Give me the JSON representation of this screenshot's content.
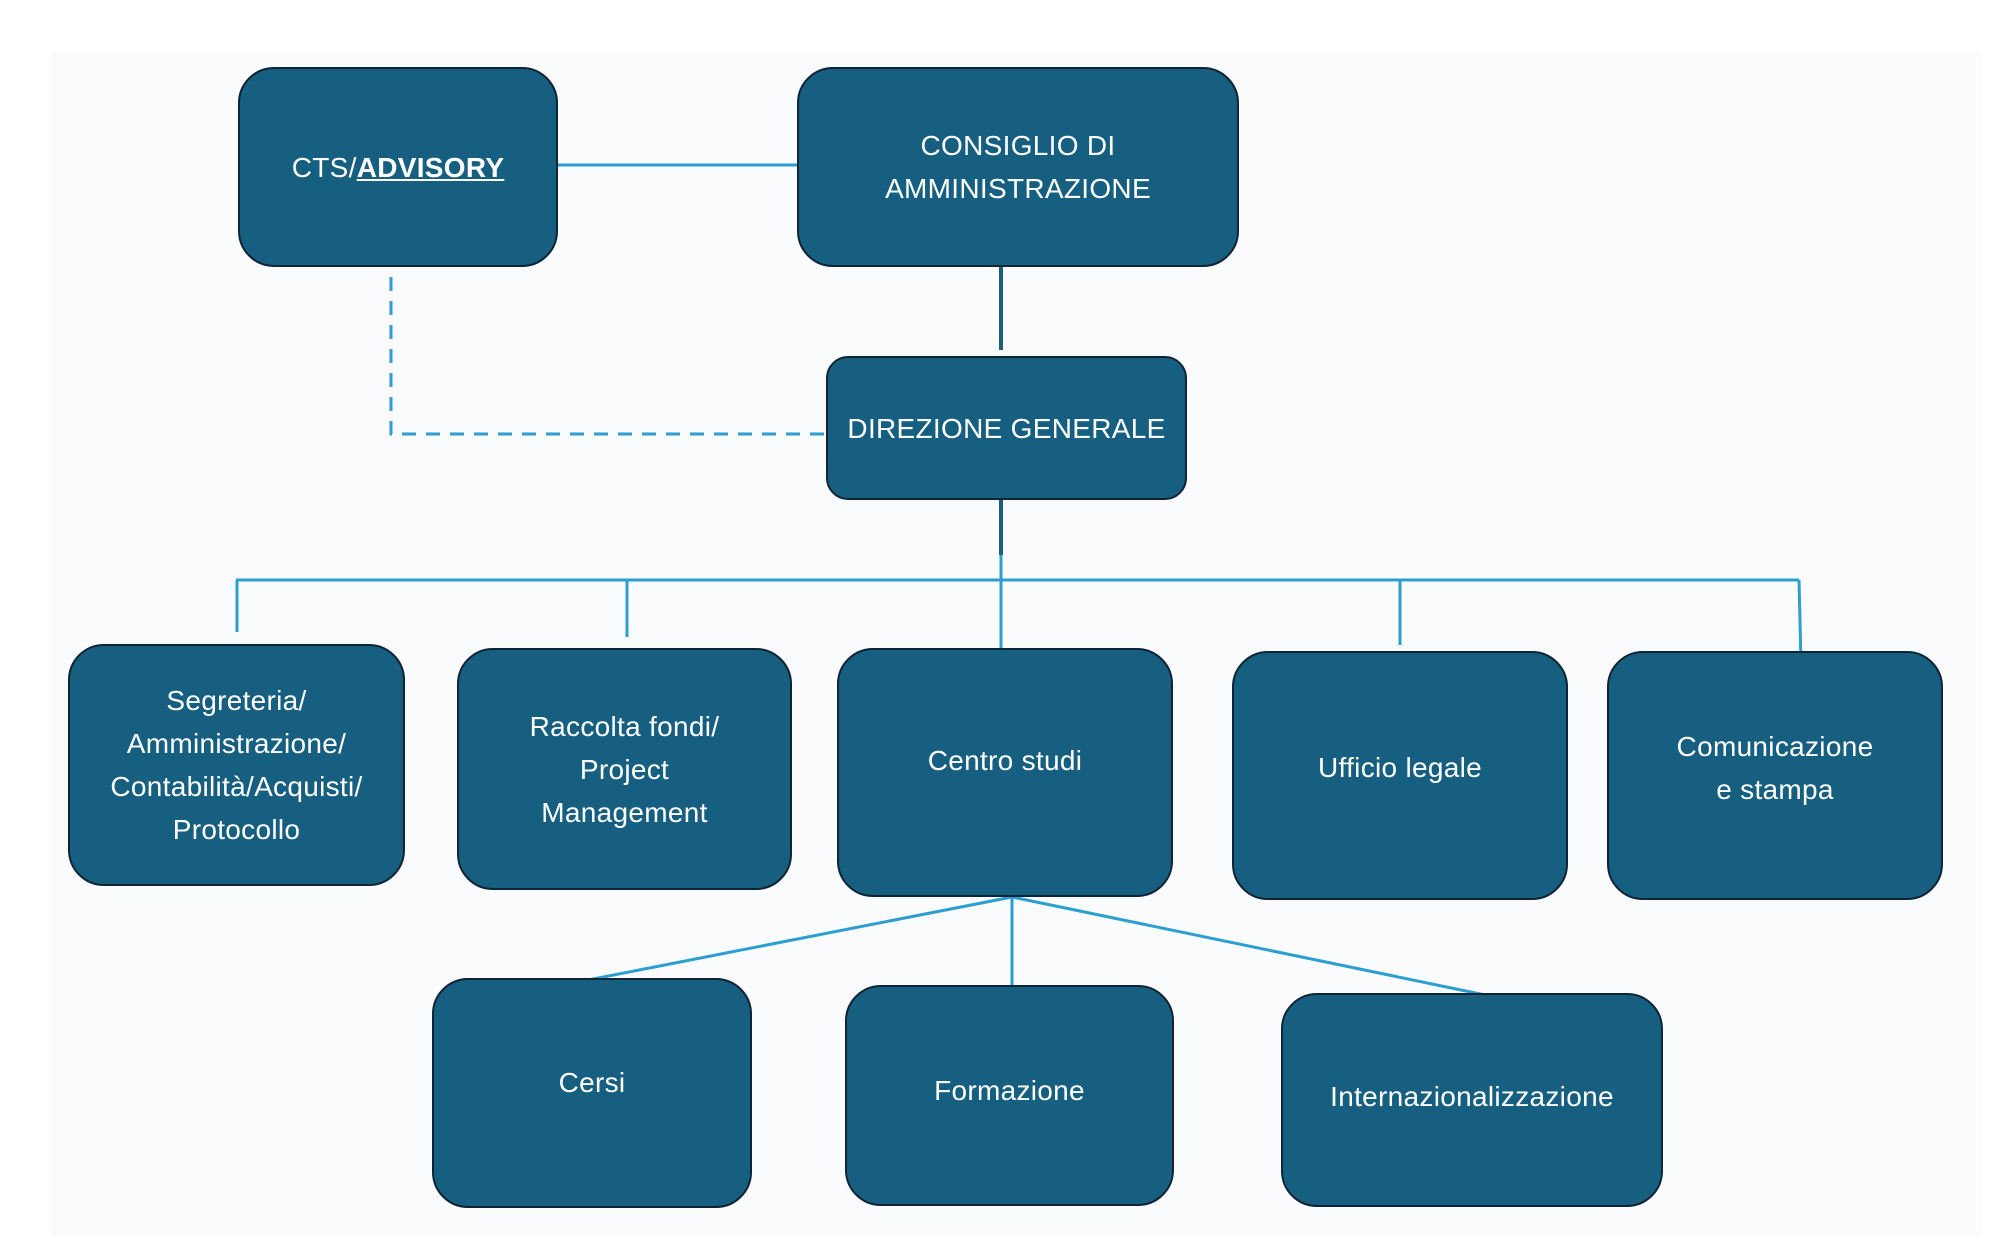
{
  "nodes": {
    "cts": {
      "prefix": "CTS/",
      "accent": "ADVISORY"
    },
    "cda": {
      "label": "CONSIGLIO DI\nAMMINISTRAZIONE"
    },
    "dg": {
      "label": "DIREZIONE GENERALE"
    },
    "segreteria": {
      "label": "Segreteria/\nAmministrazione/\nContabilità/Acquisti/\nProtocollo"
    },
    "raccolta": {
      "label": "Raccolta fondi/\nProject\nManagement"
    },
    "centro": {
      "label": "Centro studi"
    },
    "legale": {
      "label": "Ufficio legale"
    },
    "comunicazione": {
      "label": "Comunicazione\ne stampa"
    },
    "cersi": {
      "label": "Cersi"
    },
    "formazione": {
      "label": "Formazione"
    },
    "internaz": {
      "label": "Internazionalizzazione"
    }
  },
  "colors": {
    "box_fill": "#175f80",
    "box_border": "#0f2434",
    "connector": "#2a9fd0",
    "connector_dark": "#1b5f7a",
    "text": "#ffffff"
  }
}
